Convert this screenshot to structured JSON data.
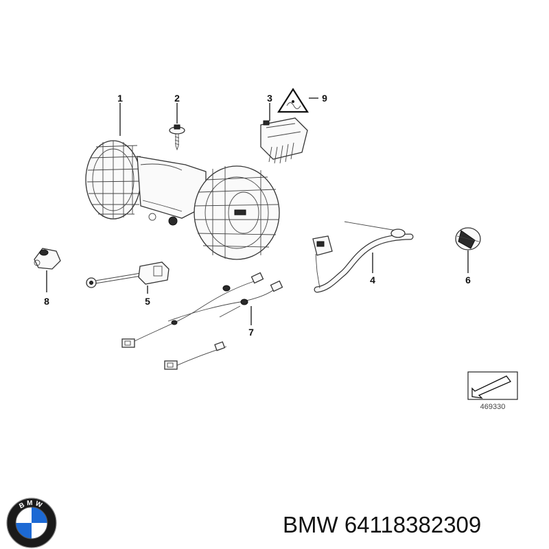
{
  "callouts": {
    "c1": "1",
    "c2": "2",
    "c3": "3",
    "c4": "4",
    "c5": "5",
    "c6": "6",
    "c7": "7",
    "c8": "8",
    "c9": "9"
  },
  "reference_number": "469330",
  "logo_text": "BMW",
  "caption": {
    "brand": "BMW",
    "part_number": "64118382309"
  },
  "colors": {
    "logo_blue": "#1c69d4",
    "logo_ring": "#1a1a1a",
    "line": "#222222"
  }
}
